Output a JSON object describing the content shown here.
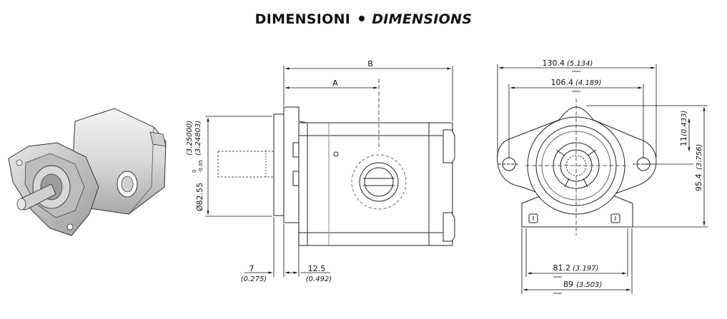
{
  "title": {
    "main": "DIMENSIONI",
    "sub": "DIMENSIONS"
  },
  "side_view": {
    "dim_b": "B",
    "dim_a": "A",
    "shaft_dia": "Ø82.55",
    "tol_upper": "0",
    "tol_lower": "-0.05",
    "inch_upper": "(3.25000)",
    "inch_lower": "(3.24803)",
    "dim_7": "7",
    "dim_7_in": "(0.275)",
    "dim_12": "12.5",
    "dim_12_in": "(0.492)"
  },
  "front_view": {
    "w_130": "130.4",
    "w_130_in": "(5.134)",
    "w_106": "106.4",
    "w_106_in": "(4.189)",
    "h_11": "11",
    "h_11_in": "(0.433)",
    "h_95": "95.4",
    "h_95_in": "(3.756)",
    "w_81": "81.2",
    "w_81_in": "(3.197)",
    "w_89": "89",
    "w_89_in": "(3.503)"
  }
}
